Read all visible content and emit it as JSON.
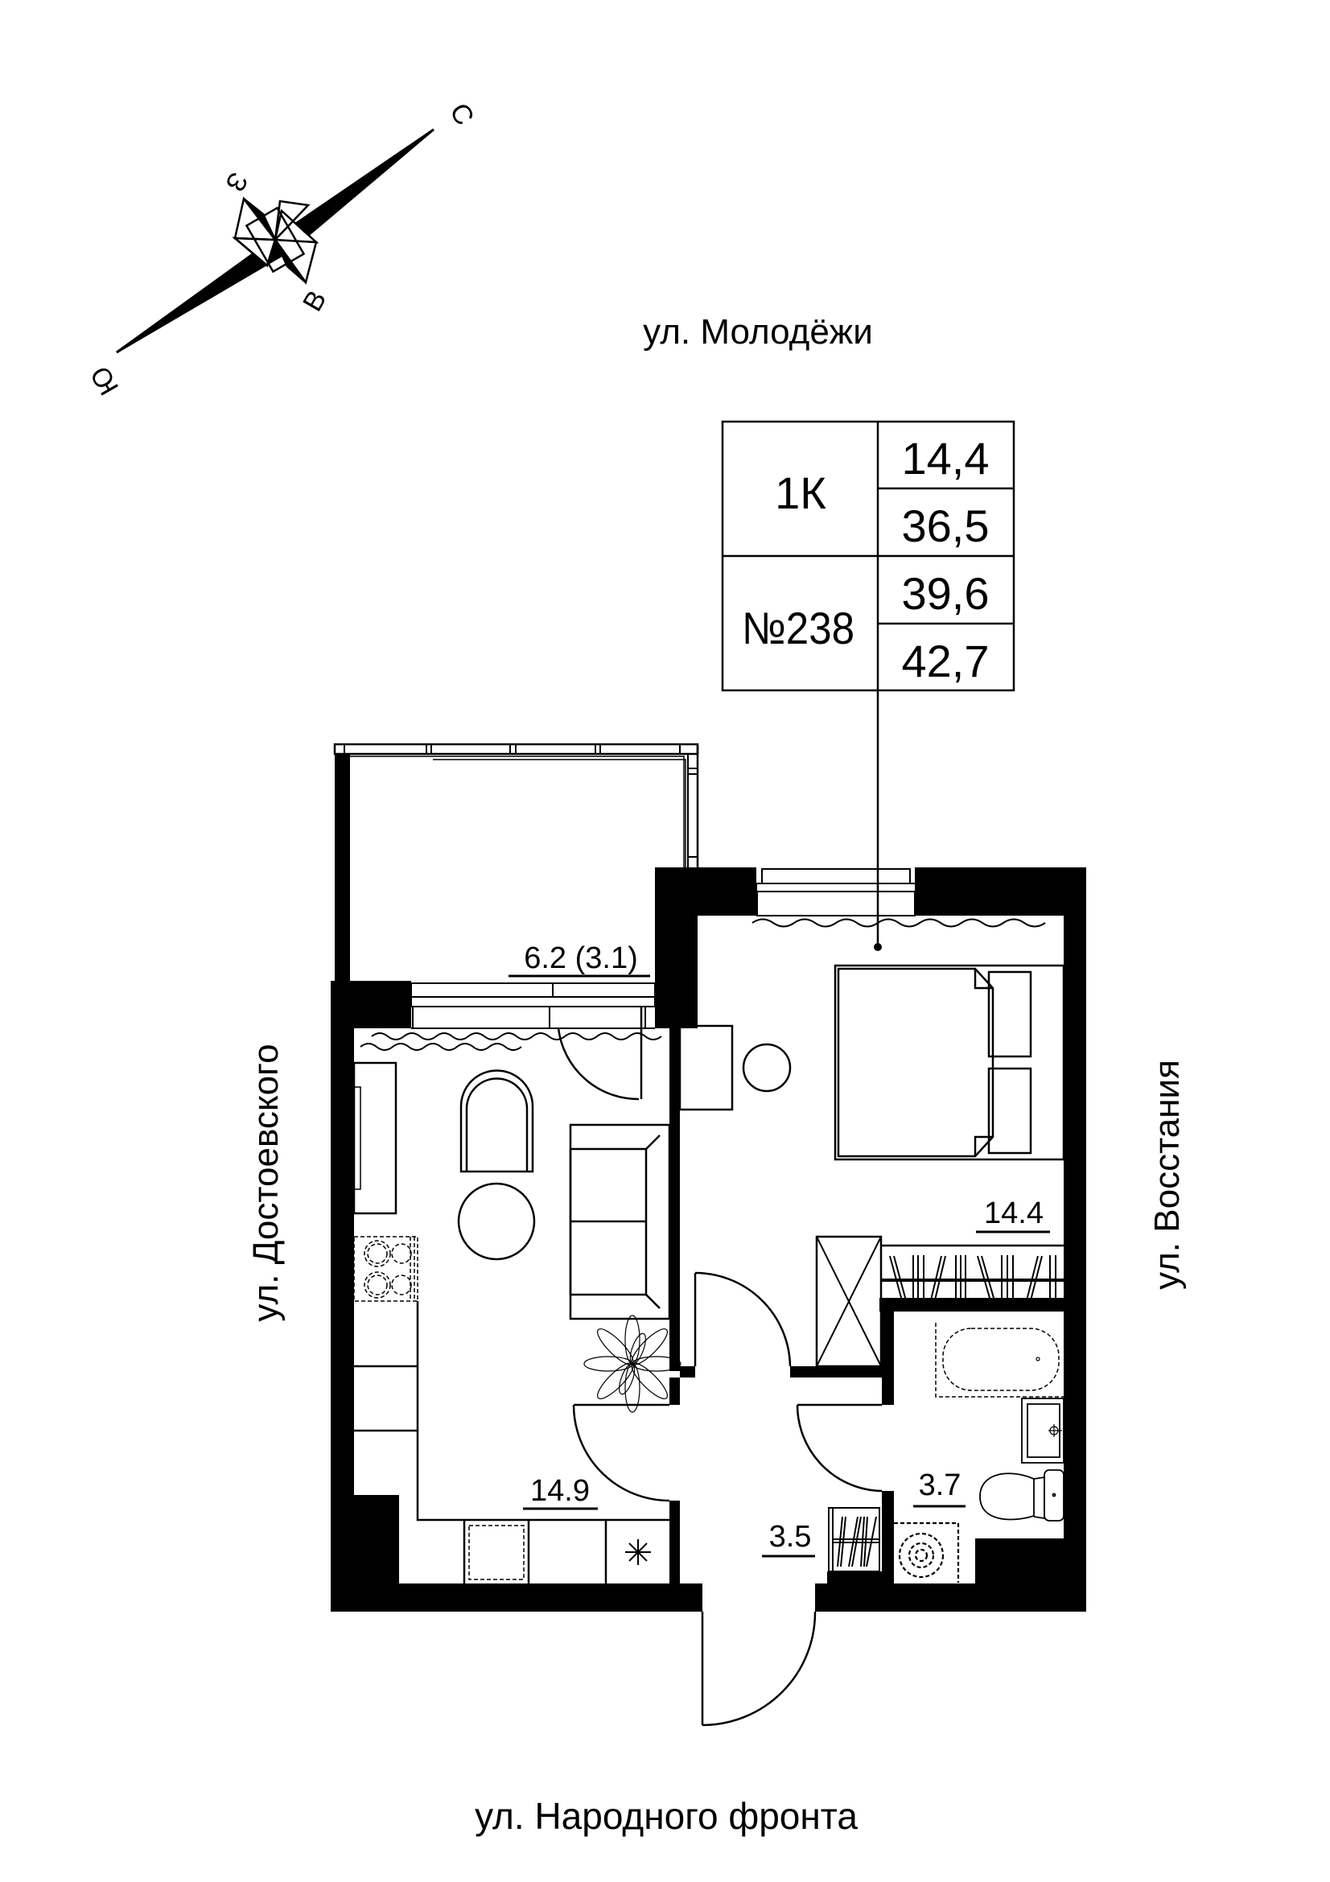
{
  "compass": {
    "north": "С",
    "south": "Ю",
    "west": "З",
    "east": "В"
  },
  "streets": {
    "top": "ул. Молодёжи",
    "left": "ул. Достоевского",
    "right": "ул. Восстания",
    "bottom": "ул. Народного фронта"
  },
  "info_table": {
    "type": "1К",
    "number": "№238",
    "values": [
      "14,4",
      "36,5",
      "39,6",
      "42,7"
    ]
  },
  "rooms": {
    "balcony": "6.2 (3.1)",
    "kitchen_living": "14.9",
    "bedroom": "14.4",
    "hallway": "3.5",
    "bathroom": "3.7"
  },
  "colors": {
    "wall": "#000000",
    "background": "#ffffff"
  }
}
